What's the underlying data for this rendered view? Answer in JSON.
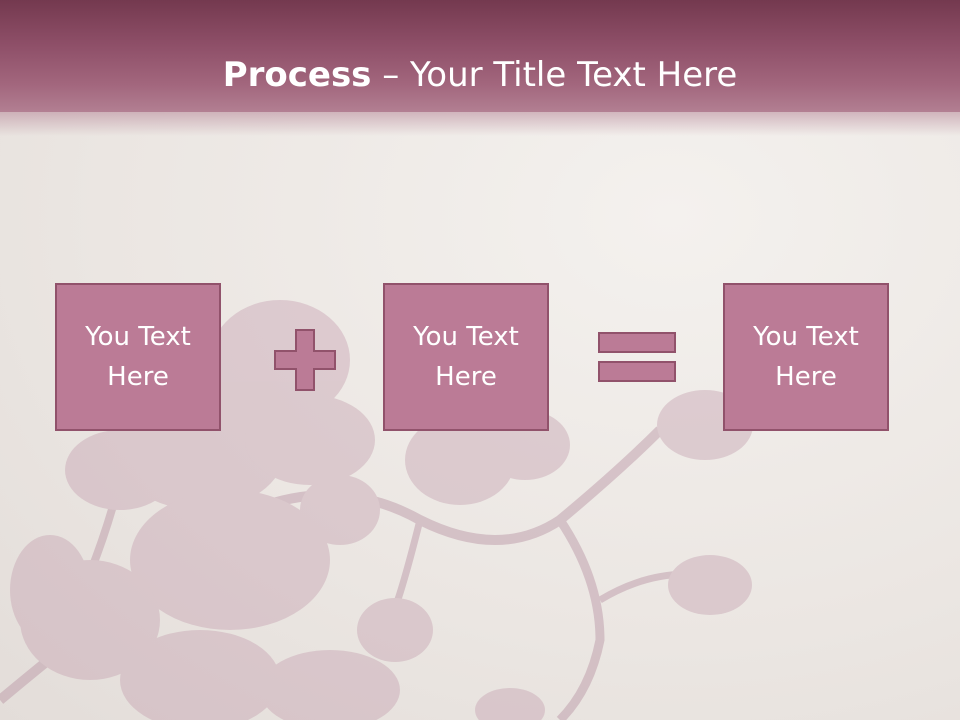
{
  "title": {
    "bold": "Process",
    "rest": " – Your Title Text Here"
  },
  "boxes": [
    {
      "text": "You Text Here"
    },
    {
      "text": "You Text Here"
    },
    {
      "text": "You Text Here"
    }
  ],
  "operators": {
    "first": "plus-icon",
    "second": "equals-icon"
  },
  "colors": {
    "title_bar": "#8e4f68",
    "box_fill": "#bb7b96",
    "box_border": "#91526b",
    "background": "#ebe6e2"
  }
}
